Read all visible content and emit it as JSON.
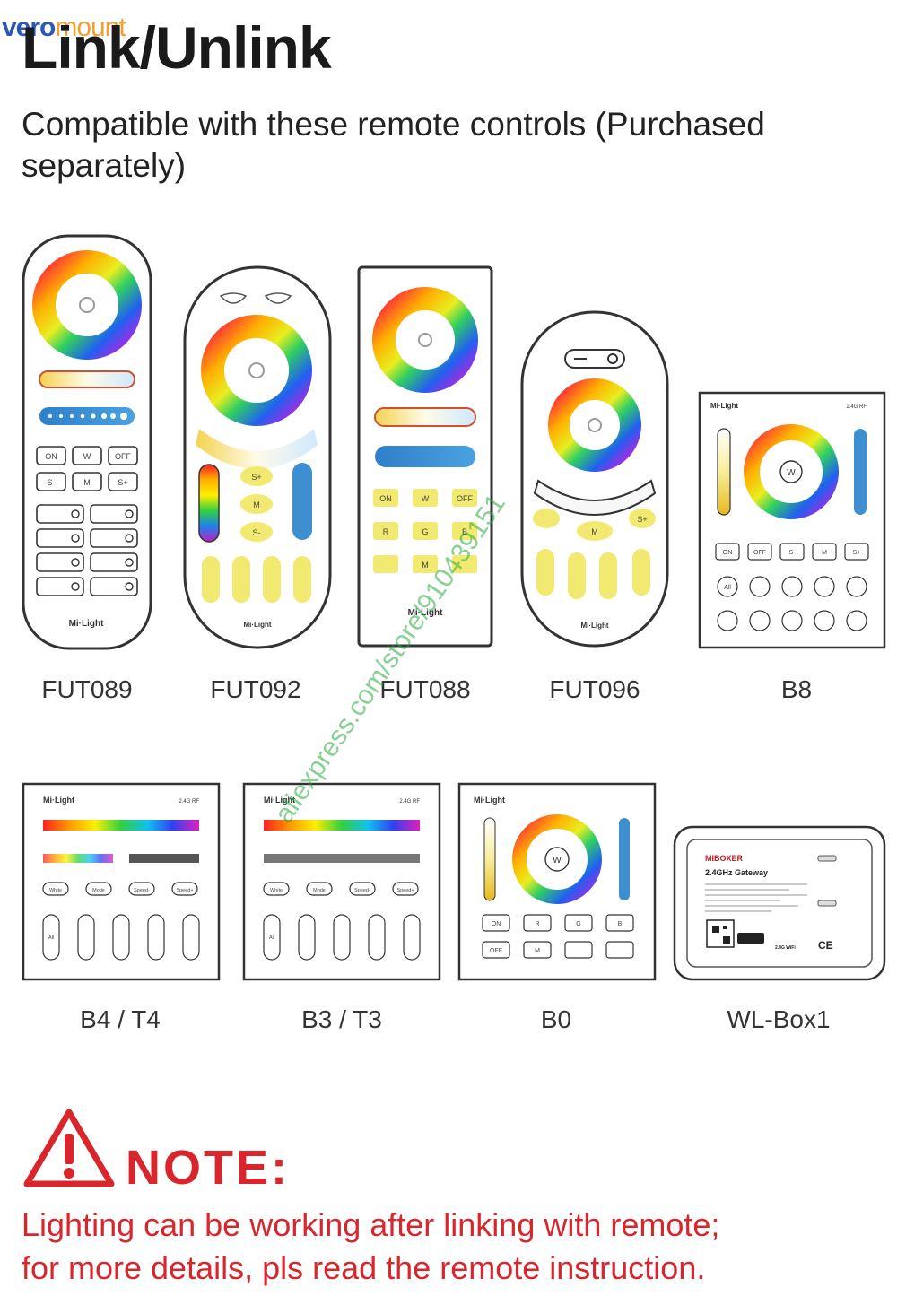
{
  "header": {
    "brand_part1": "vero",
    "brand_part2": "mount",
    "title": "Link/Unlink",
    "subtitle": "Compatible with these remote controls (Purchased separately)"
  },
  "products": [
    {
      "name": "FUT089"
    },
    {
      "name": "FUT092"
    },
    {
      "name": "FUT088"
    },
    {
      "name": "FUT096"
    },
    {
      "name": "B8"
    },
    {
      "name": "B4 / T4"
    },
    {
      "name": "B3 / T3"
    },
    {
      "name": "B0"
    },
    {
      "name": "WL-Box1"
    }
  ],
  "device_text": {
    "brand_mark": "Mi·Light",
    "on": "ON",
    "off": "OFF",
    "w": "W",
    "s_minus": "S-",
    "m": "M",
    "s_plus": "S+",
    "r": "R",
    "g": "G",
    "b": "B",
    "all": "All",
    "white": "White",
    "mode": "Mode",
    "speed": "Speed-",
    "speed_plus": "Speed+",
    "rf": "2.4G RF",
    "box_brand": "MIBOXER",
    "box_model": "2.4GHz Gateway",
    "box_wifi": "2.4G WiFi"
  },
  "note": {
    "title": "NOTE:",
    "text_line1": "Lighting can be working after linking with remote;",
    "text_line2": "for more details, pls read the remote instruction."
  },
  "watermark": "aliexpress.com/store/910439151",
  "colors": {
    "note_red": "#d8262c",
    "brand_blue": "#2a58b8",
    "key_yellow": "#f2ea70",
    "slider_blue": "#3d8fd0"
  }
}
